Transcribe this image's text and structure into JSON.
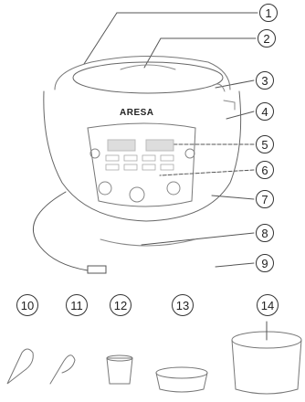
{
  "brand": "ARESA",
  "callouts": [
    "1",
    "2",
    "3",
    "4",
    "5",
    "6",
    "7",
    "8",
    "9",
    "10",
    "11",
    "12",
    "13",
    "14"
  ]
}
